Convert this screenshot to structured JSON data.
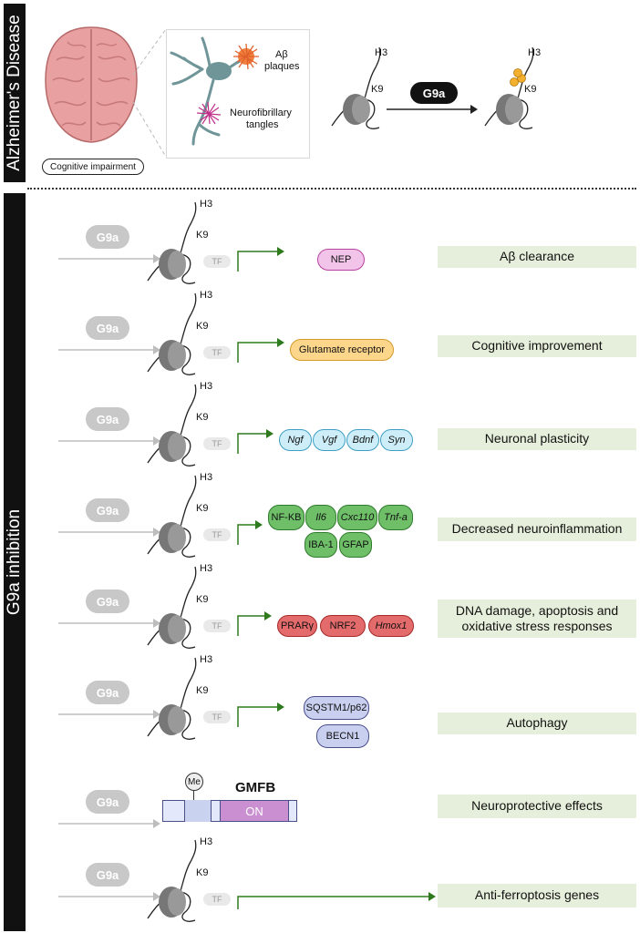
{
  "top_section": {
    "sidebar_label": "Alzheimer's Disease",
    "brain_label": "Cognitive impairment",
    "plaques_label": [
      "Aβ",
      "plaques"
    ],
    "tangles_label": [
      "Neurofibrillary",
      "tangles"
    ],
    "histone_label": "H3",
    "lysine_label": "K9",
    "enzyme_label": "G9a",
    "colors": {
      "brain": "#e8a0a0",
      "neuron": "#6f9598",
      "plaque": "#e0602a",
      "tangle": "#c0308a",
      "methyl": "#f2b02e"
    }
  },
  "bottom_section": {
    "sidebar_label": "G9a inhibition",
    "rows": [
      {
        "inhibitor": "G9a",
        "histone": "H3",
        "lysine": "K9",
        "tf": "TF",
        "result": "Aβ clearance",
        "products": [
          {
            "text": "NEP",
            "italic": false
          }
        ]
      },
      {
        "inhibitor": "G9a",
        "histone": "H3",
        "lysine": "K9",
        "tf": "TF",
        "result": "Cognitive improvement",
        "products": [
          {
            "text": "Glutamate receptor",
            "italic": false
          }
        ]
      },
      {
        "inhibitor": "G9a",
        "histone": "H3",
        "lysine": "K9",
        "tf": "TF",
        "result": "Neuronal plasticity",
        "products": [
          {
            "text": "Ngf",
            "italic": true
          },
          {
            "text": "Vgf",
            "italic": true
          },
          {
            "text": "Bdnf",
            "italic": true
          },
          {
            "text": "Syn",
            "italic": true
          }
        ]
      },
      {
        "inhibitor": "G9a",
        "histone": "H3",
        "lysine": "K9",
        "tf": "TF",
        "result": "Decreased neuroinflammation",
        "products": [
          {
            "text": "NF-KB",
            "italic": false
          },
          {
            "text": "Il6",
            "italic": true
          },
          {
            "text": "Cxc110",
            "italic": true
          },
          {
            "text": "Tnf-a",
            "italic": true
          },
          {
            "text": "IBA-1",
            "italic": false
          },
          {
            "text": "GFAP",
            "italic": false
          }
        ]
      },
      {
        "inhibitor": "G9a",
        "histone": "H3",
        "lysine": "K9",
        "tf": "TF",
        "result_lines": [
          "DNA damage, apoptosis and",
          "oxidative stress responses"
        ],
        "products": [
          {
            "text": "PRARγ",
            "italic": false
          },
          {
            "text": "NRF2",
            "italic": false
          },
          {
            "text": "Hmox1",
            "italic": true
          }
        ]
      },
      {
        "inhibitor": "G9a",
        "histone": "H3",
        "lysine": "K9",
        "tf": "TF",
        "result": "Autophagy",
        "products": [
          {
            "text": "SQSTM1/p62",
            "italic": false
          },
          {
            "text": "BECN1",
            "italic": false
          }
        ]
      },
      {
        "inhibitor": "G9a",
        "result": "Neuroprotective effects",
        "gene": {
          "name": "GMFB",
          "state": "ON",
          "mark": "Me"
        }
      },
      {
        "inhibitor": "G9a",
        "histone": "H3",
        "lysine": "K9",
        "tf": "TF",
        "result": "Anti-ferroptosis genes",
        "products": []
      }
    ],
    "pill_colors": {
      "pink": {
        "fill": "#f3c4ea",
        "stroke": "#b8439f"
      },
      "orange": {
        "fill": "#fcd68a",
        "stroke": "#d49a2a"
      },
      "blue": {
        "fill": "#cdeef8",
        "stroke": "#3e9fc3"
      },
      "green": {
        "fill": "#6ebf68",
        "stroke": "#2f7a2c"
      },
      "red": {
        "fill": "#e46b6b",
        "stroke": "#a52a2a"
      },
      "lavender": {
        "fill": "#c9cfee",
        "stroke": "#4a4f8a"
      },
      "gene_on": "#c98fd0",
      "gene_body": "#e3e8fb",
      "arrow_green": "#2e7a1d",
      "result_bg": "#e6efdb"
    }
  }
}
